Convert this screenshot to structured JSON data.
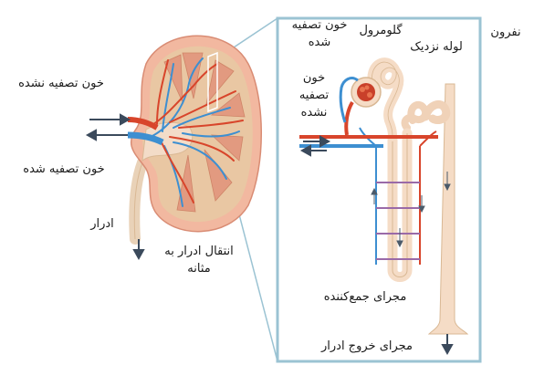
{
  "labels": {
    "nephron": "نفرون",
    "glomerulus": "گلومرول",
    "proximal_tubule": "لوله نزدیک",
    "filtered_blood_panel": "خون تصفیه شده",
    "unfiltered_blood_panel": "خون تصفیه نشده",
    "collecting_duct": "مجرای جمع‌کننده",
    "urine_outlet": "مجرای خروج ادرار",
    "unfiltered_blood_kidney": "خون تصفیه نشده",
    "filtered_blood_kidney": "خون تصفیه شده",
    "urine": "ادرار",
    "urine_to_bladder": "انتقال ادرار به مثانه"
  },
  "colors": {
    "artery": "#d8452b",
    "vein": "#3d8fd1",
    "kidney_capsule": "#f2b8a0",
    "kidney_cortex": "#e9c7a3",
    "medulla": "#e29a80",
    "tubule": "#f5dcc6",
    "panel_border": "#9bc3d3",
    "arrow": "#3b4a5c"
  }
}
